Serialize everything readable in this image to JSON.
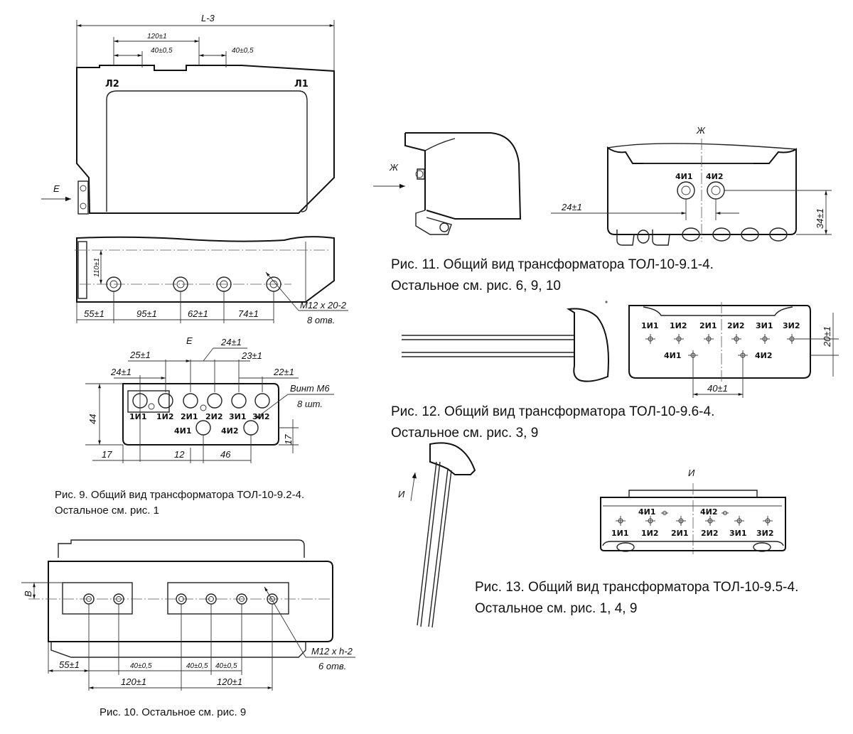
{
  "fig9": {
    "dims": {
      "length": "L-3",
      "d120": "120±1",
      "d40a": "40±0,5",
      "d40b": "40±0,5",
      "d110": "110±1",
      "d55": "55±1",
      "d95": "95±1",
      "d62": "62±1",
      "d74": "74±1",
      "thread": "M12 х 20-2",
      "thread_count": "8 отв.",
      "d25": "25±1",
      "d24a": "24±1",
      "d24b": "24±1",
      "d23": "23±1",
      "d22": "22±1",
      "d44": "44",
      "d17a": "17",
      "d12": "12",
      "d46": "46",
      "d17b": "17",
      "screw": "Винт М6",
      "screw_count": "8 шт."
    },
    "labels": {
      "l2": "Л2",
      "l1": "Л1",
      "view_e": "Е",
      "view_e_top": "Е"
    },
    "terminals": [
      "1И1",
      "1И2",
      "2И1",
      "2И2",
      "3И1",
      "3И2",
      "4И1",
      "4И2"
    ],
    "caption_line1": "Рис. 9. Общий вид трансформатора ТОЛ-10-9.2-4.",
    "caption_line2": "Остальное см. рис. 1"
  },
  "fig10": {
    "dims": {
      "b": "В",
      "d55": "55±1",
      "d40a": "40±0,5",
      "d40b": "40±0,5",
      "d40c": "40±0,5",
      "d120a": "120±1",
      "d120b": "120±1",
      "thread": "M12 х h-2",
      "thread_count": "6 отв."
    },
    "caption": "Рис. 10. Остальное см. рис. 9"
  },
  "fig11": {
    "view": "Ж",
    "view_top": "Ж",
    "terminals": [
      "4И1",
      "4И2"
    ],
    "dims": {
      "d24": "24±1",
      "d34": "34±1"
    },
    "caption_line1": "Рис. 11. Общий вид трансформатора ТОЛ-10-9.1-4.",
    "caption_line2": "Остальное см. рис. 6, 9, 10"
  },
  "fig12": {
    "terminals_top": [
      "1И1",
      "1И2",
      "2И1",
      "2И2",
      "3И1",
      "3И2"
    ],
    "terminals_bottom": [
      "4И1",
      "4И2"
    ],
    "dims": {
      "d20": "20±1",
      "d40": "40±1"
    },
    "caption_line1": "Рис. 12. Общий вид трансформатора ТОЛ-10-9.6-4.",
    "caption_line2": "Остальное см. рис. 3, 9"
  },
  "fig13": {
    "view": "И",
    "view_top": "И",
    "terminals_top": [
      "4И1",
      "4И2"
    ],
    "terminals_bottom": [
      "1И1",
      "1И2",
      "2И1",
      "2И2",
      "3И1",
      "3И2"
    ],
    "caption_line1": "Рис. 13. Общий вид трансформатора ТОЛ-10-9.5-4.",
    "caption_line2": "Остальное см. рис. 1, 4, 9"
  }
}
